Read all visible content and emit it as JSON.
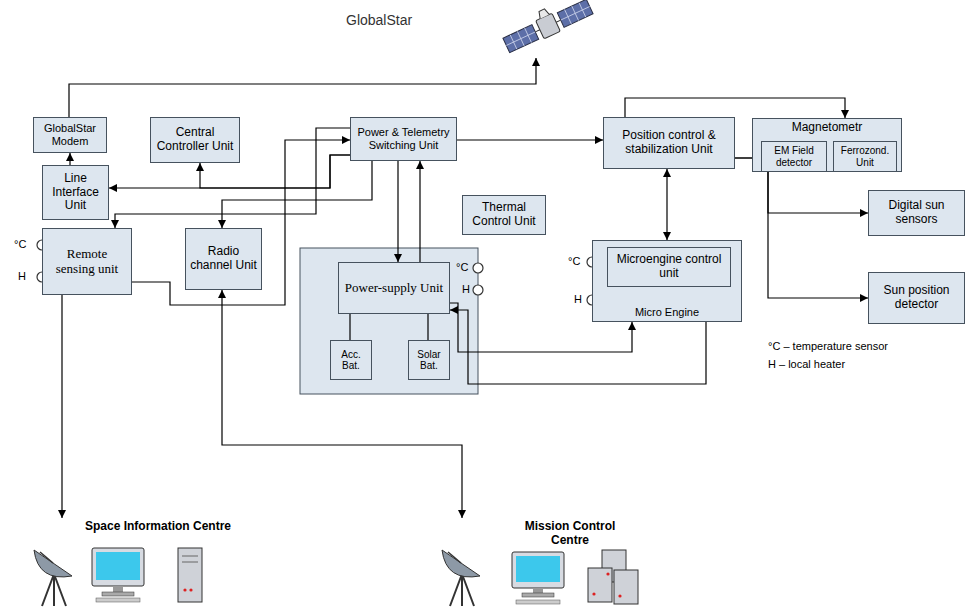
{
  "diagram": {
    "nodes": [
      {
        "text": [
          "GlobalStar"
        ]
      },
      {
        "text": [
          "GlobalStar Modem"
        ]
      },
      {
        "text": [
          "Central Controller Unit"
        ]
      },
      {
        "text": [
          "Power & Telemetry Switching Unit"
        ]
      },
      {
        "text": [
          "Position control & stabilization Unit"
        ]
      },
      {
        "text": [
          "Magnetometr"
        ]
      },
      {
        "text": [
          "EM Field detector"
        ],
        "in": 5
      },
      {
        "text": [
          "Ferrozond. Unit"
        ],
        "in": 5
      },
      {
        "text": [
          "Line Interface Unit"
        ]
      },
      {
        "text": [
          "Thermal Control Unit"
        ]
      },
      {
        "text": [
          "Digital sun sensors"
        ]
      },
      {
        "text": [
          "Micro Engine"
        ]
      },
      {
        "text": [
          "Microengine control unit"
        ],
        "in": 11
      },
      {
        "text": [
          "Power-supply Unit"
        ]
      },
      {
        "text": [
          "Acc. Bat."
        ]
      },
      {
        "text": [
          "Solar Bat."
        ]
      },
      {
        "text": [
          "Sun position detector"
        ]
      },
      {
        "text": [
          "Remote sensing unit"
        ]
      },
      {
        "text": [
          "Radio channel Unit"
        ]
      },
      {
        "text": [
          "Space Information Centre"
        ]
      },
      {
        "text": [
          "Mission Control Centre"
        ]
      }
    ],
    "edges": [
      {
        "from": 1,
        "to": 0,
        "arrow": "to"
      },
      {
        "from": 8,
        "to": 1,
        "arrow": "to"
      },
      {
        "from": 3,
        "to": 8,
        "arrow": "to"
      },
      {
        "from": 3,
        "to": 2,
        "arrow": "to"
      },
      {
        "from": 3,
        "to": 17,
        "arrow": "to"
      },
      {
        "from": 17,
        "to": 3,
        "arrow": "to"
      },
      {
        "from": 3,
        "to": 18,
        "arrow": "to"
      },
      {
        "from": 18,
        "to": 20,
        "arrow": "both"
      },
      {
        "from": 17,
        "to": 19,
        "arrow": "to"
      },
      {
        "from": 3,
        "to": 13,
        "arrow": "to"
      },
      {
        "from": 13,
        "to": 3,
        "arrow": "to"
      },
      {
        "from": 3,
        "to": 4,
        "arrow": "to"
      },
      {
        "from": 4,
        "to": 5,
        "arrow": "to"
      },
      {
        "from": 4,
        "to": 11,
        "arrow": "both"
      },
      {
        "from": 4,
        "to": 10,
        "arrow": "to"
      },
      {
        "from": 4,
        "to": 16,
        "arrow": "to"
      },
      {
        "from": 13,
        "to": 11,
        "arrow": "to"
      },
      {
        "from": 11,
        "to": 13,
        "arrow": "to"
      },
      {
        "from": 14,
        "to": 13,
        "arrow": "none"
      },
      {
        "from": 15,
        "to": 13,
        "arrow": "none"
      }
    ],
    "labels": [
      "°C",
      "H",
      "°C",
      "H",
      "°C",
      "H"
    ],
    "legend": [
      {
        "text": "°C – temperature sensor"
      },
      {
        "text": "H – local heater"
      }
    ]
  }
}
